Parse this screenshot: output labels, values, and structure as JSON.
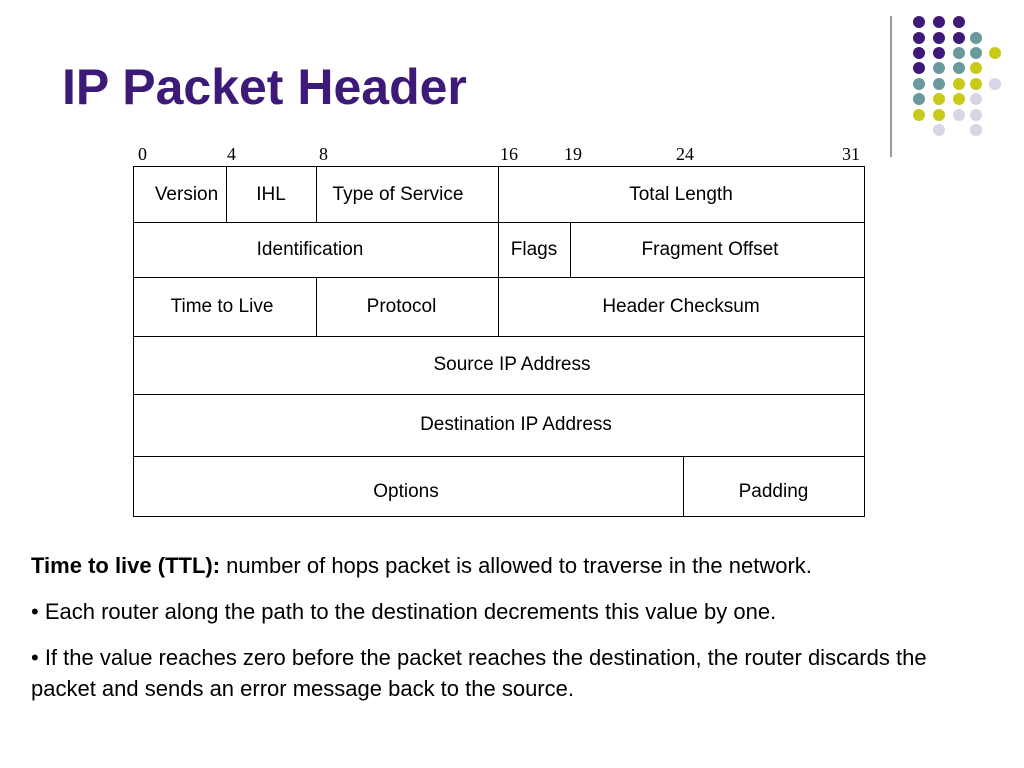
{
  "slide": {
    "title": "IP Packet Header",
    "accent_color": "#3d1a78",
    "dot_colors": {
      "purple": "#3d1a78",
      "teal": "#6b9a9c",
      "yellow": "#c9c91a",
      "lavender": "#d6d6e6"
    }
  },
  "bit_markers": [
    "0",
    "4",
    "8",
    "16",
    "19",
    "24",
    "31"
  ],
  "header_rows": [
    [
      "Version",
      "IHL",
      "Type of Service",
      "Total Length"
    ],
    [
      "Identification",
      "Flags",
      "Fragment Offset"
    ],
    [
      "Time to Live",
      "Protocol",
      "Header Checksum"
    ],
    [
      "Source IP Address"
    ],
    [
      "Destination IP Address"
    ],
    [
      "Options",
      "Padding"
    ]
  ],
  "notes": {
    "ttl_term": "Time to live (TTL):",
    "ttl_def": " number of hops packet is allowed to traverse in the network.",
    "bullet1": "•  Each router along the path to the destination decrements this value by one.",
    "bullet2": "•   If the value reaches zero before the packet reaches the destination, the router discards the packet and sends an error message back to the source."
  }
}
